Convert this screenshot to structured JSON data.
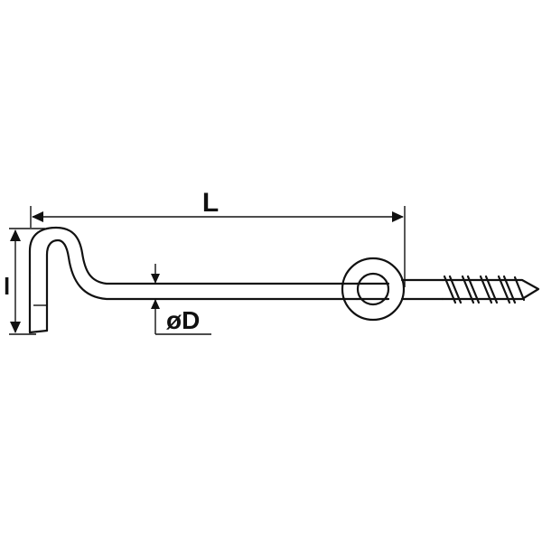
{
  "drawing": {
    "labels": {
      "length": "L",
      "height": "l",
      "diameter": "øD"
    },
    "colors": {
      "line": "#111111",
      "background": "#ffffff"
    }
  }
}
